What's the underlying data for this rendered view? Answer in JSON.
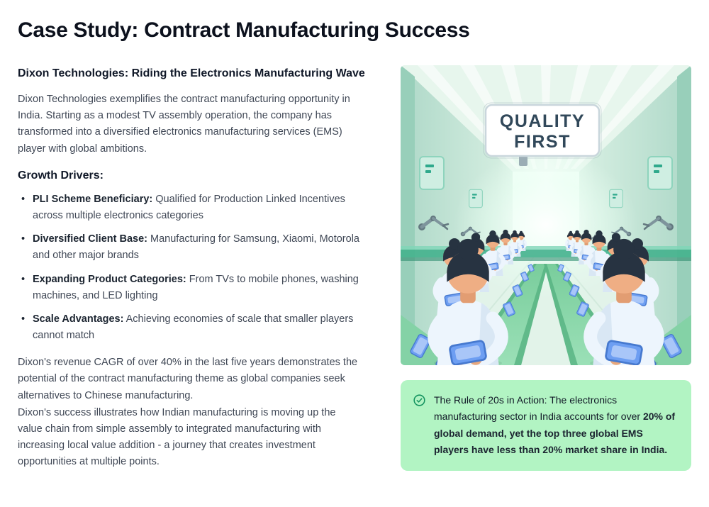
{
  "page": {
    "title": "Case Study: Contract Manufacturing Success"
  },
  "article": {
    "heading": "Dixon Technologies: Riding the Electronics Manufacturing Wave",
    "intro": "Dixon Technologies exemplifies the contract manufacturing opportunity in India. Starting as a modest TV assembly operation, the company has transformed into a diversified electronics manufacturing services (EMS) player with global ambitions.",
    "growth_drivers": {
      "heading": "Growth Drivers:",
      "items": [
        {
          "label": "PLI Scheme Beneficiary:",
          "text": " Qualified for Production Linked Incentives across multiple electronics categories"
        },
        {
          "label": "Diversified Client Base:",
          "text": " Manufacturing for Samsung, Xiaomi, Motorola and other major brands"
        },
        {
          "label": "Expanding Product Categories:",
          "text": " From TVs to mobile phones, washing machines, and LED lighting"
        },
        {
          "label": "Scale Advantages:",
          "text": " Achieving economies of scale that smaller players cannot match"
        }
      ]
    },
    "outro_1": "Dixon's revenue CAGR of over 40% in the last five years demonstrates the potential of the contract manufacturing theme as global companies seek alternatives to Chinese manufacturing.",
    "outro_2": "Dixon's success illustrates how Indian manufacturing is moving up the value chain from simple assembly to integrated manufacturing with increasing local value addition - a journey that creates investment opportunities at multiple points."
  },
  "illustration": {
    "sign_line1": "QUALITY",
    "sign_line2": "FIRST"
  },
  "callout": {
    "icon": "check-circle-icon",
    "text_normal": "The Rule of 20s in Action: The electronics manufacturing sector in India accounts for over ",
    "text_bold": "20% of global demand, yet the top three global EMS players have less than 20% market share in India."
  },
  "colors": {
    "callout_background": "#b2f4c3",
    "check_green": "#12925e",
    "factory_teal": "#44b18d",
    "phone_blue": "#6d9ef2",
    "sign_text": "#31485a"
  }
}
